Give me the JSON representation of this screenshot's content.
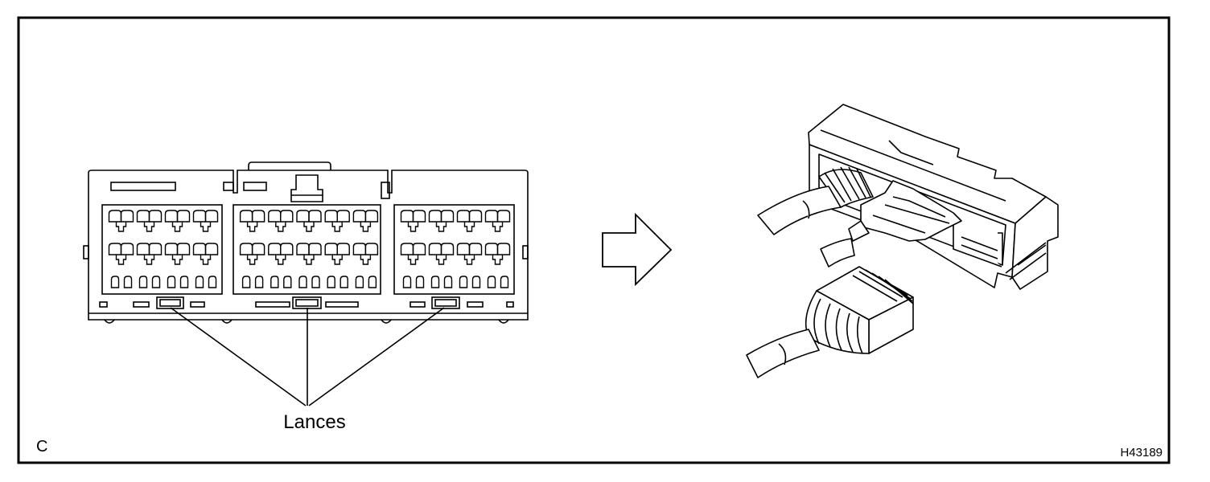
{
  "diagram": {
    "callout_label": "Lances",
    "corner_letter": "C",
    "figure_code": "H43189"
  }
}
